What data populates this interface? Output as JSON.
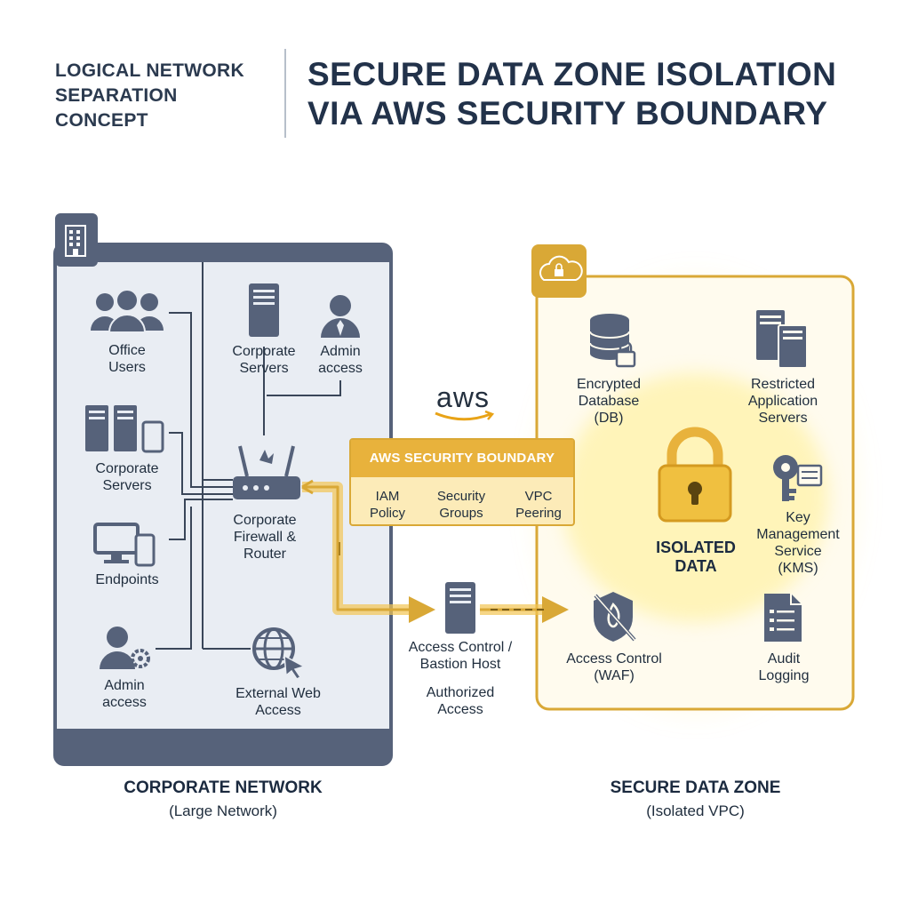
{
  "header": {
    "left_lines": [
      "LOGICAL NETWORK",
      "SEPARATION",
      "CONCEPT"
    ],
    "right_lines": [
      "SECURE DATA ZONE ISOLATION",
      "VIA AWS SECURITY BOUNDARY"
    ]
  },
  "corporate": {
    "items": {
      "office_users": [
        "Office",
        "Users"
      ],
      "corp_servers_left": [
        "Corporate",
        "Servers"
      ],
      "endpoints": [
        "Endpoints"
      ],
      "admin_left": [
        "Admin",
        "access"
      ],
      "corp_servers_top": [
        "Corporate",
        "Servers"
      ],
      "admin_top": [
        "Admin",
        "access"
      ],
      "firewall": [
        "Corporate",
        "Firewall &",
        "Router"
      ],
      "external_web": [
        "External Web",
        "Access"
      ]
    },
    "title": "CORPORATE NETWORK",
    "subtitle": "(Large Network)"
  },
  "aws": {
    "logo_text": "aws",
    "boundary_title": "AWS SECURITY BOUNDARY",
    "boundary_items": [
      [
        "IAM",
        "Policy"
      ],
      [
        "Security",
        "Groups"
      ],
      [
        "VPC",
        "Peering"
      ]
    ]
  },
  "middle": {
    "bastion": [
      "Access Control /",
      "Bastion Host"
    ],
    "authorized": [
      "Authorized",
      "Access"
    ]
  },
  "secure": {
    "items": {
      "encrypted_db": [
        "Encrypted",
        "Database",
        "(DB)"
      ],
      "restricted_servers": [
        "Restricted",
        "Application",
        "Servers"
      ],
      "isolated_data": [
        "ISOLATED",
        "DATA"
      ],
      "kms": [
        "Key",
        "Management",
        "Service",
        "(KMS)"
      ],
      "waf": [
        "Access Control",
        "(WAF)"
      ],
      "audit": [
        "Audit",
        "Logging"
      ]
    },
    "title": "SECURE DATA ZONE",
    "subtitle": "(Isolated VPC)"
  },
  "colors": {
    "slate": "#56627a",
    "panel_bg": "#e9edf3",
    "gold": "#e8b23c",
    "gold_light": "#fcebb8",
    "ink": "#1f2d3d"
  }
}
